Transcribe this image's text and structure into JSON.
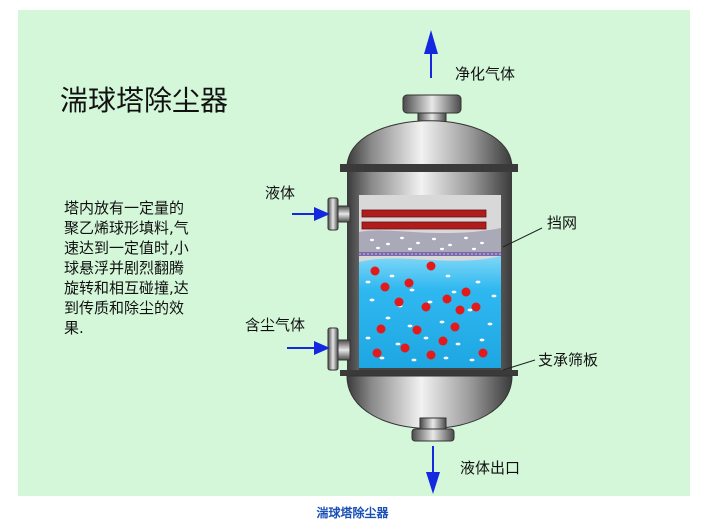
{
  "title": "湍球塔除尘器",
  "description_lines": [
    "塔内放有一定量的",
    "聚乙烯球形填料,气",
    "速达到一定值时,小",
    "球悬浮并剧烈翻腾",
    "旋转和相互碰撞,达",
    "到传质和除尘的效",
    "果."
  ],
  "labels": {
    "clean_gas": "净化气体",
    "liquid_in": "液体",
    "mist_eliminator": "挡网",
    "dusty_gas": "含尘气体",
    "support_plate": "支承筛板",
    "liquid_out": "液体出口"
  },
  "caption": "湍球塔除尘器",
  "colors": {
    "background": "#d4f7d9",
    "arrow": "#1428e0",
    "water": "#2fb8f0",
    "ball": "#e41a1a",
    "shell_dark": "#555555",
    "pipe_red": "#b01c1c",
    "caption": "#1a4fb8"
  }
}
